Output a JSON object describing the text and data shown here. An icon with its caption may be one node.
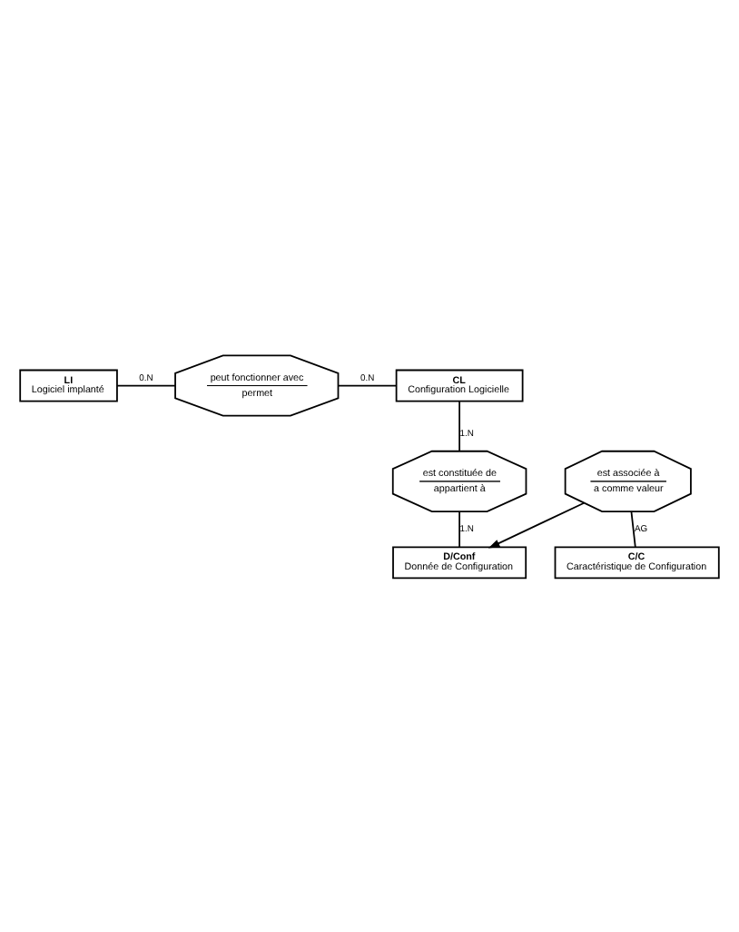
{
  "diagram": {
    "nodes": [
      {
        "text": [
          "LI",
          "Logiciel implanté"
        ]
      },
      {
        "text": [
          "peut fonctionner avec",
          "permet"
        ]
      },
      {
        "text": [
          "CL",
          "Configuration Logicielle"
        ]
      },
      {
        "text": [
          "est constituée de",
          "appartient à"
        ]
      },
      {
        "text": [
          "D/Conf",
          "Donnée de Configuration"
        ]
      },
      {
        "text": [
          "est associée à",
          "a comme valeur"
        ]
      },
      {
        "text": [
          "C/C",
          "Caractéristique de Configuration"
        ]
      }
    ],
    "edges": [
      {
        "from": 0,
        "to": 1,
        "arrow": "none",
        "label": "0.N"
      },
      {
        "from": 1,
        "to": 2,
        "arrow": "none",
        "label": "0.N"
      },
      {
        "from": 2,
        "to": 3,
        "arrow": "none",
        "label": "1.N"
      },
      {
        "from": 3,
        "to": 4,
        "arrow": "none",
        "label": "1.N"
      },
      {
        "from": 5,
        "to": 4,
        "arrow": "to"
      },
      {
        "from": 5,
        "to": 6,
        "arrow": "none",
        "label": "AG"
      }
    ]
  }
}
